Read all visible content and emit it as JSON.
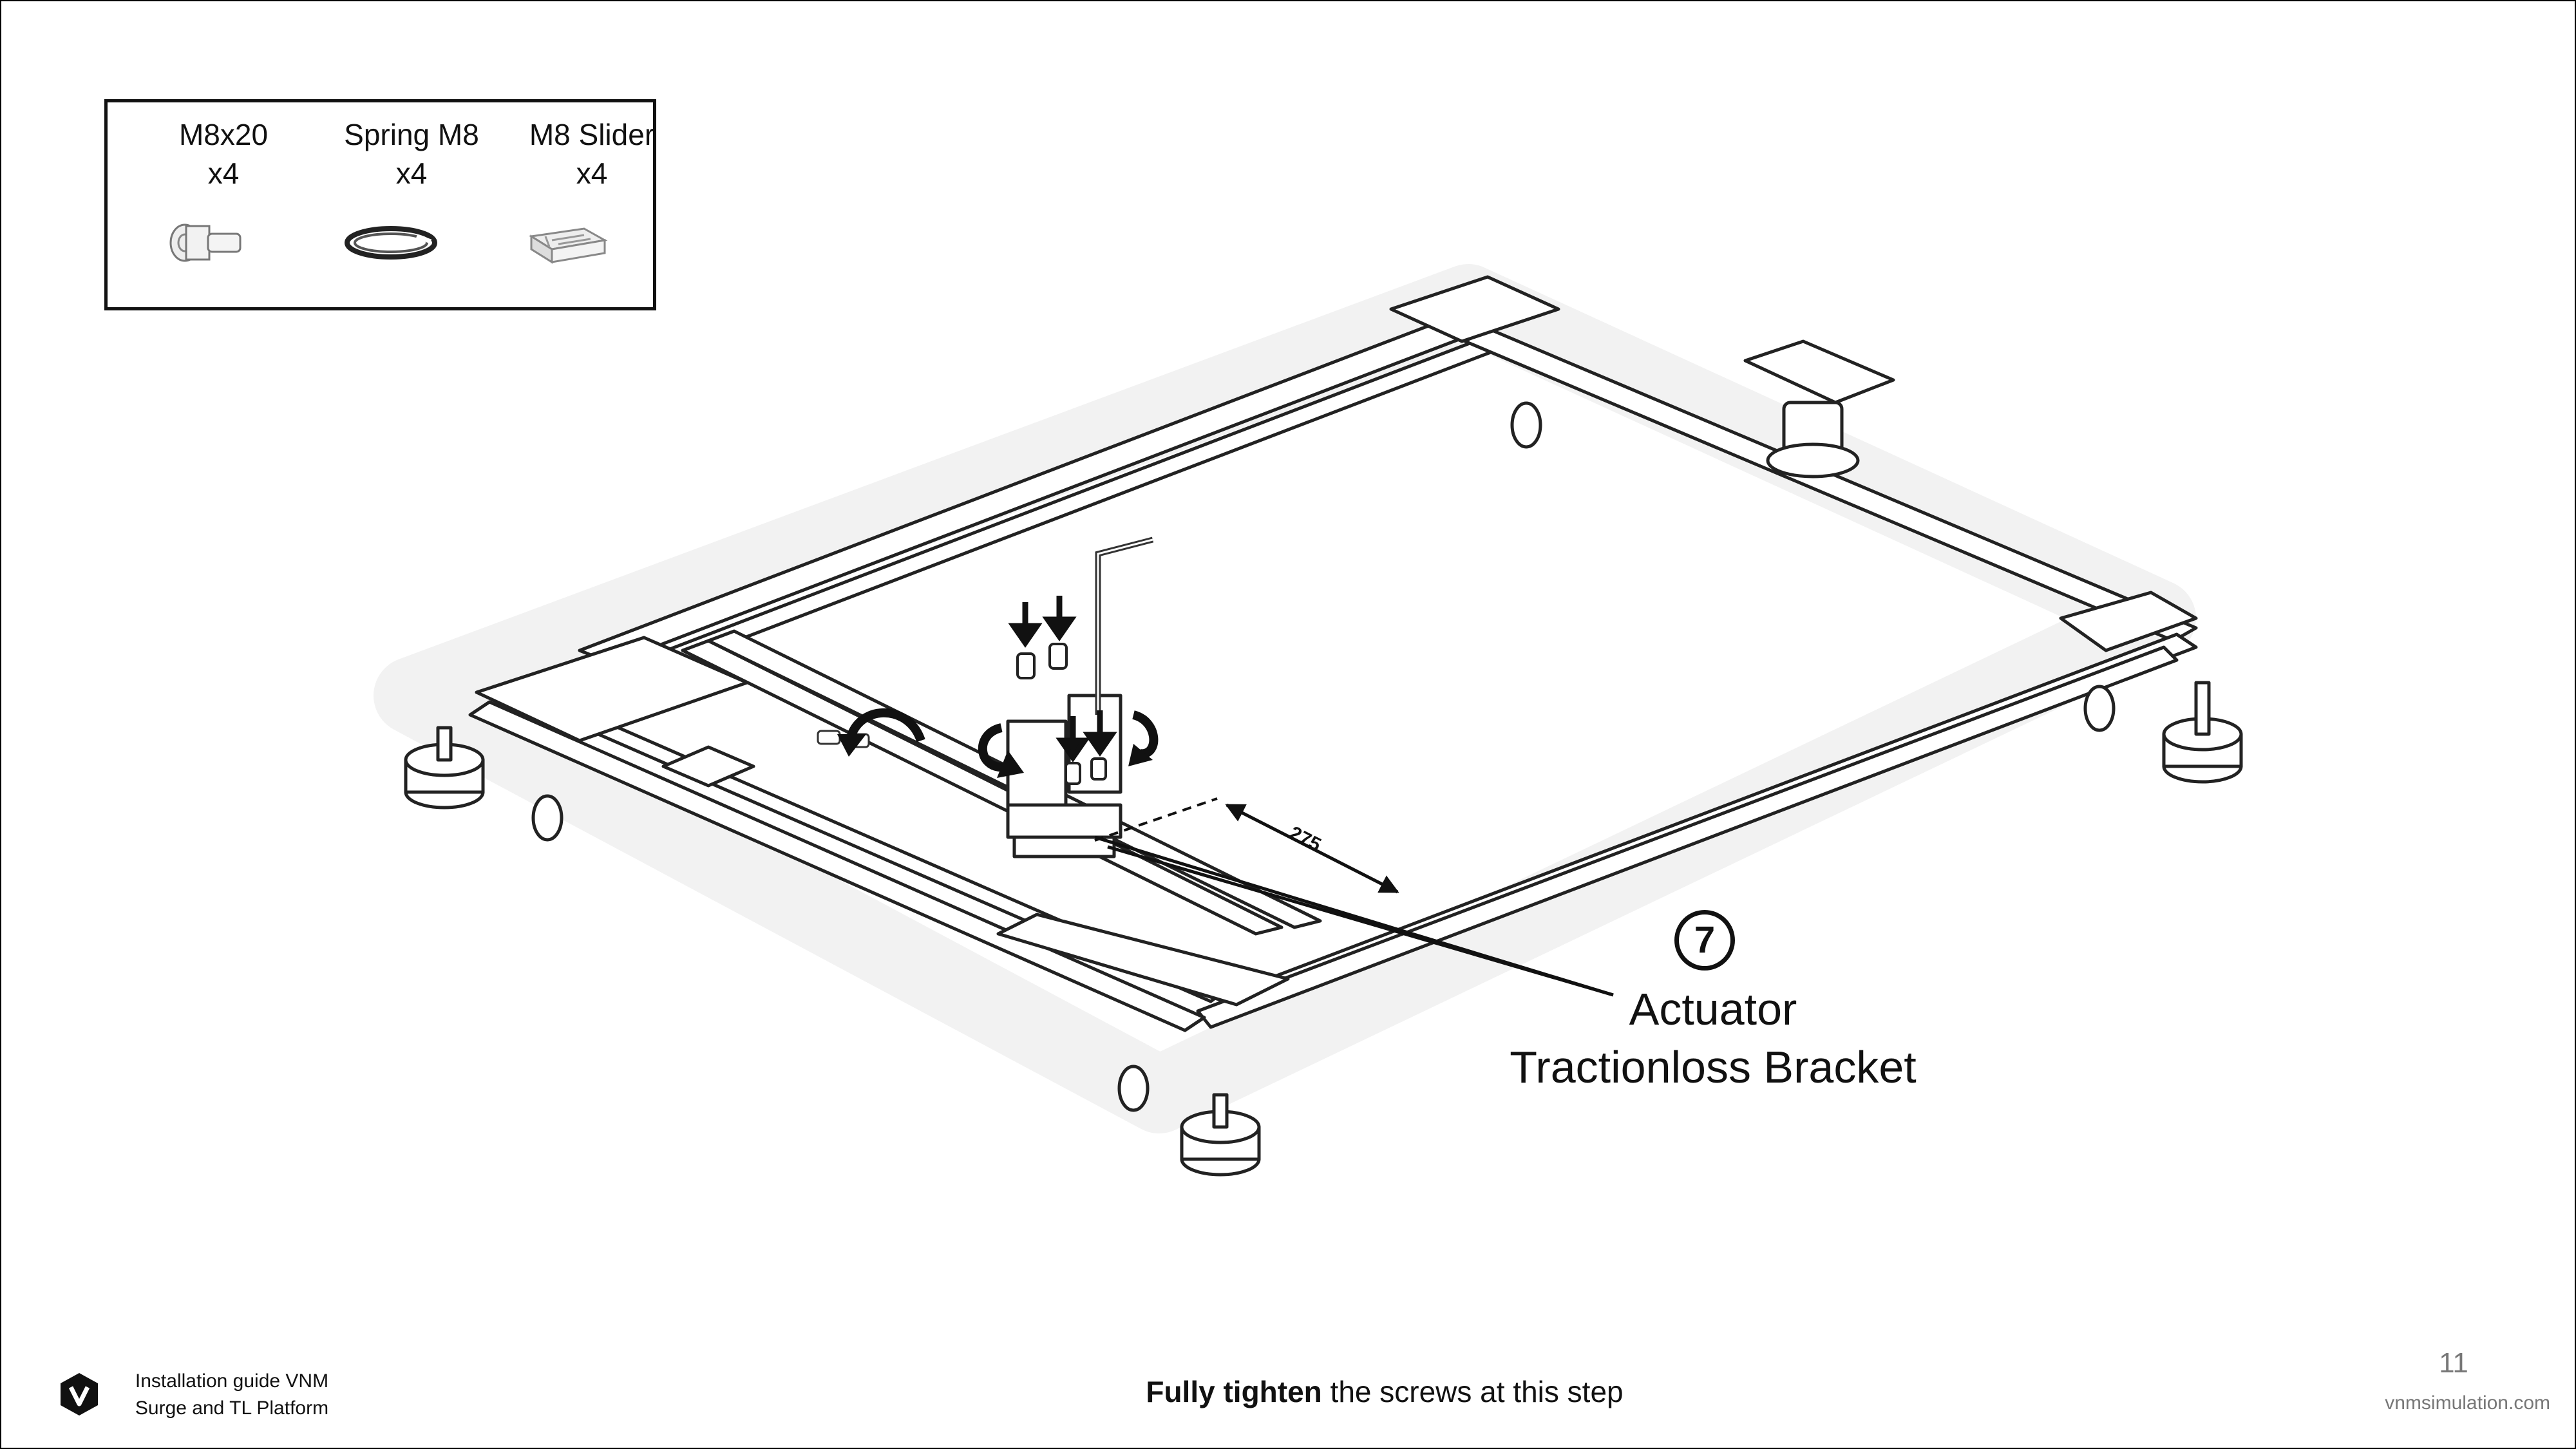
{
  "parts": [
    {
      "name": "M8x20",
      "qty": "x4",
      "icon": "bolt-icon"
    },
    {
      "name": "Spring M8",
      "qty": "x4",
      "icon": "spring-washer-icon"
    },
    {
      "name": "M8 Slider",
      "qty": "x4",
      "icon": "slider-nut-icon"
    }
  ],
  "diagram": {
    "dimension": "275",
    "step_number": "7",
    "callout_line1": "Actuator",
    "callout_line2": "Tractionloss Bracket"
  },
  "footer": {
    "guide_line1": "Installation guide VNM",
    "guide_line2": "Surge and TL Platform",
    "note_bold": "Fully tighten",
    "note_rest": " the screws at this step",
    "page": "11",
    "site": "vnmsimulation.com"
  }
}
